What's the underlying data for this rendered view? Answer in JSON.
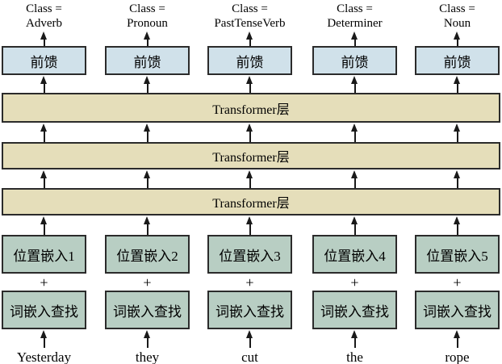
{
  "columns": [
    {
      "class_line1": "Class =",
      "class_line2": "Adverb",
      "feedforward": "前馈",
      "position_embedding": "位置嵌入1",
      "plus": "+",
      "word_lookup": "词嵌入查找",
      "word": "Yesterday"
    },
    {
      "class_line1": "Class =",
      "class_line2": "Pronoun",
      "feedforward": "前馈",
      "position_embedding": "位置嵌入2",
      "plus": "+",
      "word_lookup": "词嵌入查找",
      "word": "they"
    },
    {
      "class_line1": "Class =",
      "class_line2": "PastTenseVerb",
      "feedforward": "前馈",
      "position_embedding": "位置嵌入3",
      "plus": "+",
      "word_lookup": "词嵌入查找",
      "word": "cut"
    },
    {
      "class_line1": "Class =",
      "class_line2": "Determiner",
      "feedforward": "前馈",
      "position_embedding": "位置嵌入4",
      "plus": "+",
      "word_lookup": "词嵌入查找",
      "word": "the"
    },
    {
      "class_line1": "Class =",
      "class_line2": "Noun",
      "feedforward": "前馈",
      "position_embedding": "位置嵌入5",
      "plus": "+",
      "word_lookup": "词嵌入查找",
      "word": "rope"
    }
  ],
  "transformer_layers": [
    "Transformer层",
    "Transformer层",
    "Transformer层"
  ],
  "colors": {
    "feedforward_fill": "#d0e1ea",
    "transformer_fill": "#e5deba",
    "embedding_fill": "#b8cec3",
    "border": "#2b2b2b"
  }
}
